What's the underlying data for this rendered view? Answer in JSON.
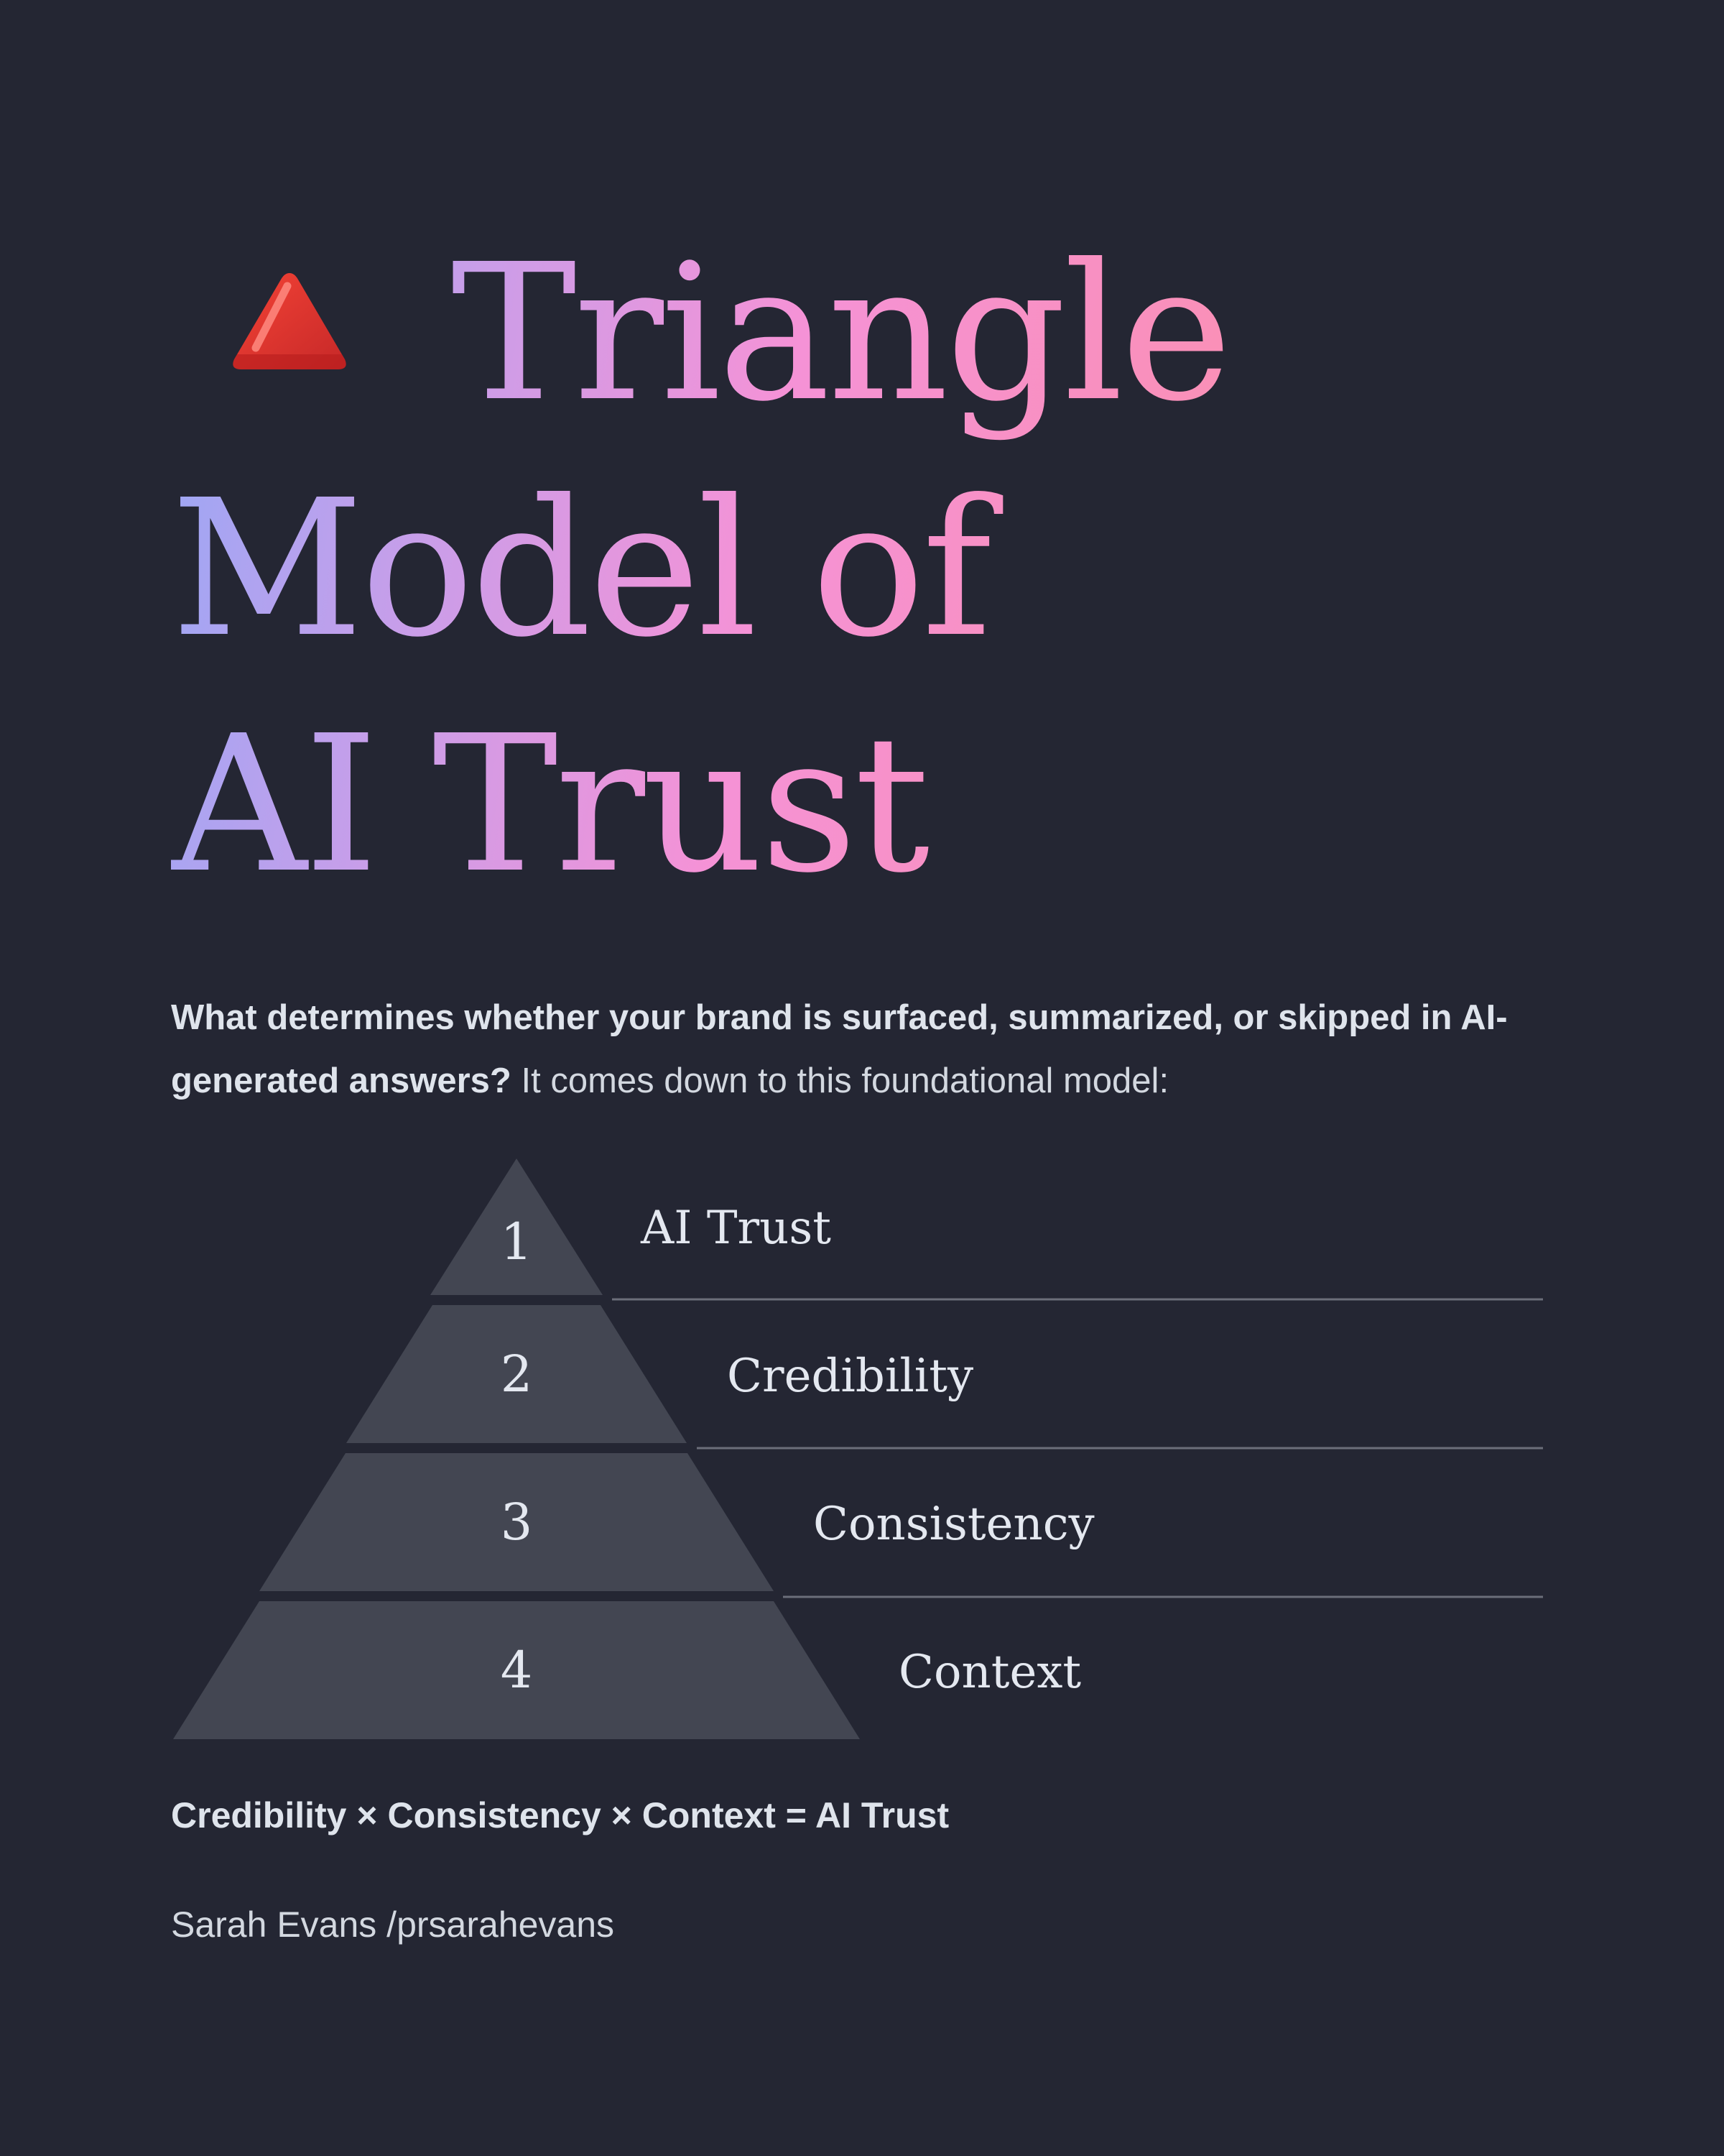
{
  "header": {
    "title_lines": [
      "Triangle",
      "Model of",
      "AI Trust"
    ],
    "title_icon": "red-triangle-icon",
    "gradient_colors": [
      "#98a8f6",
      "#cc9de8",
      "#f592d6",
      "#fb8fb0"
    ]
  },
  "intro": {
    "question": "What determines whether your brand is surfaced, summarized, or skipped in AI-generated answers?",
    "statement": "It comes down to this foundational model:"
  },
  "pyramid": {
    "layers": [
      {
        "number": "1",
        "label": "AI Trust"
      },
      {
        "number": "2",
        "label": "Credibility"
      },
      {
        "number": "3",
        "label": "Consistency"
      },
      {
        "number": "4",
        "label": "Context"
      }
    ],
    "layer_color": "#434652",
    "divider_color": "#6b6e7a"
  },
  "formula": "Credibility × Consistency × Context = AI Trust",
  "author": "Sarah Evans /prsarahevans",
  "colors": {
    "background": "#242633",
    "text": "#dfe4ec",
    "icon": "#e53935"
  }
}
